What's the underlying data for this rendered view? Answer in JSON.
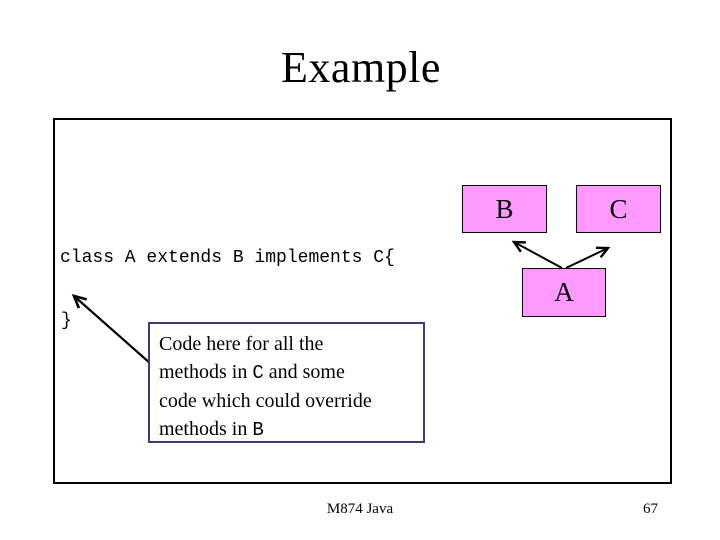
{
  "slide": {
    "title": "Example",
    "footer": {
      "course": "M874 Java",
      "page_number": "67"
    }
  },
  "code": {
    "declaration": "class A extends B implements C{",
    "closing_brace": "}"
  },
  "diagram": {
    "boxes": [
      {
        "id": "B",
        "label": "B"
      },
      {
        "id": "C",
        "label": "C"
      },
      {
        "id": "A",
        "label": "A"
      }
    ],
    "arrows": [
      {
        "from": "A",
        "to": "B",
        "meaning": "extends"
      },
      {
        "from": "A",
        "to": "C",
        "meaning": "implements"
      },
      {
        "from": "annotation-box",
        "to": "closing-brace",
        "meaning": "code goes here"
      }
    ],
    "colors": {
      "box_fill": "#ff99ff",
      "box_border": "#000000",
      "annotation_border": "#3c3c78",
      "arrow": "#000000"
    }
  },
  "annotation": {
    "line1": "Code here for all the",
    "line2_pre": "methods in ",
    "line2_mono": "C",
    "line2_post": " and some",
    "line3": "code which could override",
    "line4_pre": "methods in ",
    "line4_mono": "B"
  }
}
